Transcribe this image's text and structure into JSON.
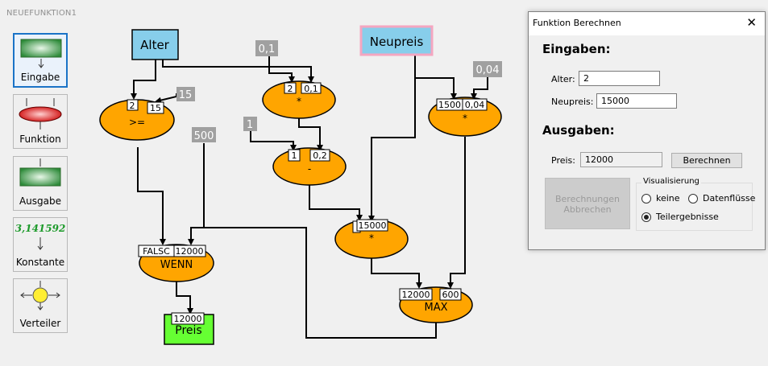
{
  "window": {
    "title": "NEUEFUNKTION1"
  },
  "palette": [
    {
      "label": "Eingabe",
      "icon": "input-node-icon",
      "selected": true
    },
    {
      "label": "Funktion",
      "icon": "function-node-icon",
      "selected": false
    },
    {
      "label": "Ausgabe",
      "icon": "output-node-icon",
      "selected": false
    },
    {
      "label": "Konstante",
      "icon": "constant-node-icon",
      "value": "3,141592",
      "selected": false
    },
    {
      "label": "Verteiler",
      "icon": "distributor-node-icon",
      "selected": false
    }
  ],
  "diagram": {
    "inputs": [
      {
        "name": "Alter"
      },
      {
        "name": "Neupreis"
      }
    ],
    "constants": [
      "0,1",
      "15",
      "1",
      "500",
      "0,04"
    ],
    "functions": {
      "ge": {
        "op": ">=",
        "ports": [
          "2",
          "15"
        ]
      },
      "mul1": {
        "op": "*",
        "ports": [
          "2",
          "0,1"
        ]
      },
      "sub": {
        "op": "-",
        "ports": [
          "1",
          "0,2"
        ]
      },
      "mul2": {
        "op": "*",
        "ports": [
          "1500",
          "0,04"
        ]
      },
      "mul3": {
        "op": "*",
        "ports": [
          "15000"
        ]
      },
      "wenn": {
        "op": "WENN",
        "ports": [
          "FALSC",
          "12000"
        ]
      },
      "max": {
        "op": "MAX",
        "ports": [
          "12000",
          "600"
        ]
      }
    },
    "output": {
      "name": "Preis",
      "value": "12000"
    }
  },
  "dialog": {
    "title": "Funktion Berechnen",
    "close": "✕",
    "inputs_heading": "Eingaben:",
    "fields": [
      {
        "label": "Alter:",
        "value": "2"
      },
      {
        "label": "Neupreis:",
        "value": "15000"
      }
    ],
    "outputs_heading": "Ausgaben:",
    "result": {
      "label": "Preis:",
      "value": "12000"
    },
    "calc_button": "Berechnen",
    "cancel_button": [
      "Berechnungen",
      "Abbrechen"
    ],
    "visual_group": "Visualisierung",
    "options": [
      {
        "label": "keine",
        "checked": false
      },
      {
        "label": "Datenflüsse",
        "checked": false
      },
      {
        "label": "Teilergebnisse",
        "checked": true
      }
    ]
  },
  "colors": {
    "node_fill": "#ffa500",
    "input_fill": "#87ceeb",
    "output_fill": "#66ff33",
    "constant_fill": "#a0a0a0",
    "selected_input_border": "#f4a6c0"
  }
}
